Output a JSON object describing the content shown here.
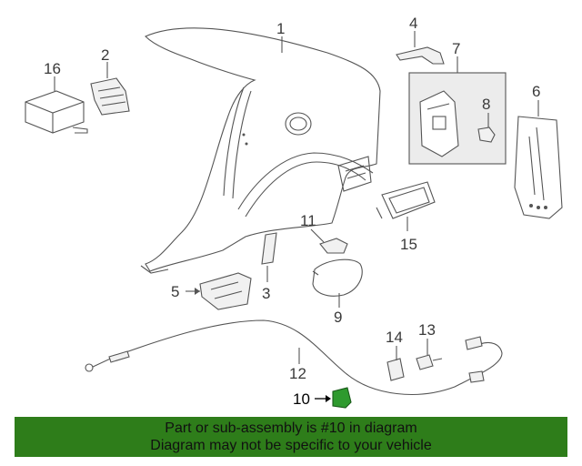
{
  "diagram": {
    "highlight_color": "#2e9a2e",
    "callouts": [
      {
        "id": "c1",
        "label": "1"
      },
      {
        "id": "c2",
        "label": "2"
      },
      {
        "id": "c3",
        "label": "3"
      },
      {
        "id": "c4",
        "label": "4"
      },
      {
        "id": "c5",
        "label": "5"
      },
      {
        "id": "c6",
        "label": "6"
      },
      {
        "id": "c7",
        "label": "7"
      },
      {
        "id": "c8",
        "label": "8"
      },
      {
        "id": "c9",
        "label": "9"
      },
      {
        "id": "c10",
        "label": "10"
      },
      {
        "id": "c11",
        "label": "11"
      },
      {
        "id": "c12",
        "label": "12"
      },
      {
        "id": "c13",
        "label": "13"
      },
      {
        "id": "c14",
        "label": "14"
      },
      {
        "id": "c15",
        "label": "15"
      },
      {
        "id": "c16",
        "label": "16"
      }
    ]
  },
  "banner": {
    "line1": "Part or sub-assembly is #10 in diagram",
    "line2": "Diagram may not be specific to your vehicle",
    "background": "#2e7d1a"
  }
}
